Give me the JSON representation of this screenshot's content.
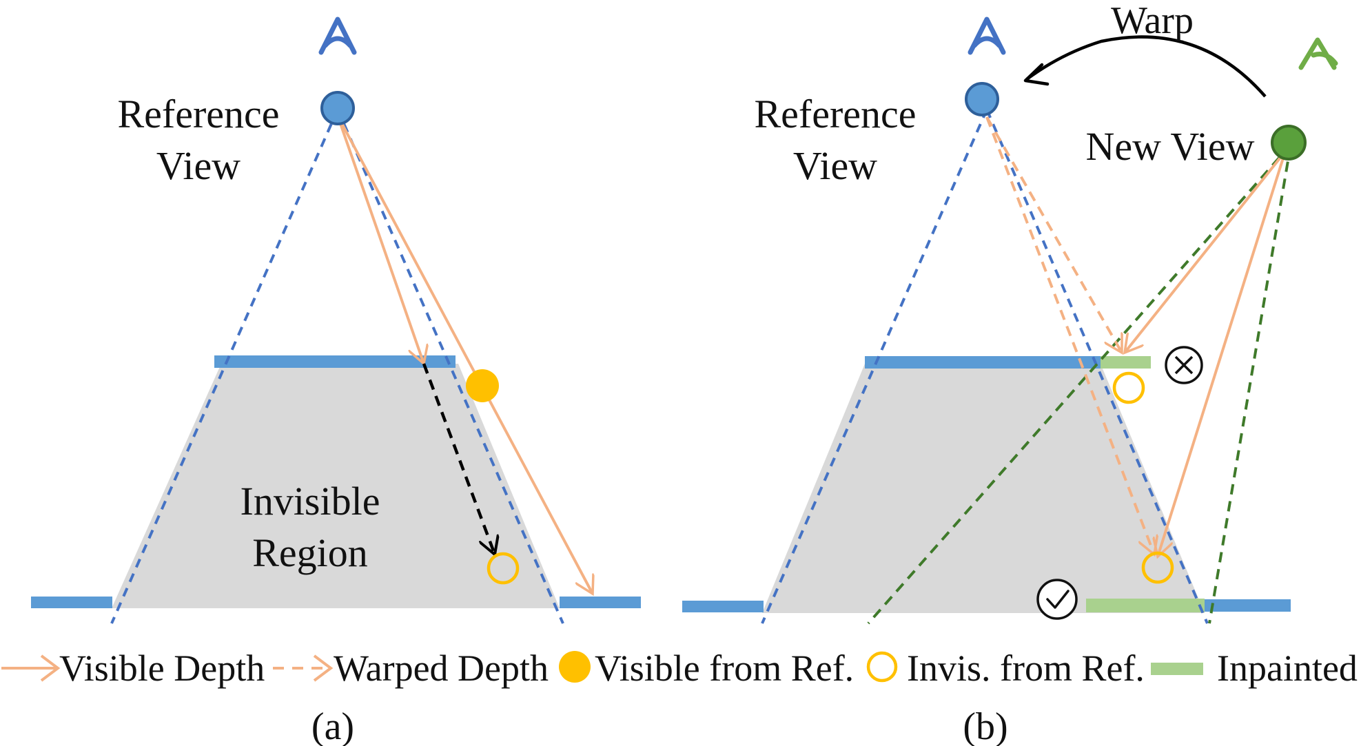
{
  "colors": {
    "camera_ref": "#5b9bd5",
    "camera_new": "#5aa03c",
    "frustum_ref": "#4472c4",
    "frustum_new": "#3f7a2a",
    "surface": "#5b9bd5",
    "invisible_region": "#d9d9d9",
    "depth_ray": "#f4b183",
    "warp_ray": "#000000",
    "visible_point": "#ffc000",
    "inpainted": "#a9d18e"
  },
  "panel_a": {
    "camera_label_line1": "Reference",
    "camera_label_line2": "View",
    "region_label_line1": "Invisible",
    "region_label_line2": "Region",
    "caption": "(a)"
  },
  "panel_b": {
    "ref_label_line1": "Reference",
    "ref_label_line2": "View",
    "new_label": "New View",
    "warp_label": "Warp",
    "caption": "(b)"
  },
  "legend": [
    {
      "key": "visible_depth",
      "label": "Visible Depth",
      "icon": "solid-arrow-icon"
    },
    {
      "key": "warped_depth",
      "label": "Warped Depth",
      "icon": "dashed-arrow-icon"
    },
    {
      "key": "visible_from_ref",
      "label": "Visible from Ref.",
      "icon": "filled-circle-icon"
    },
    {
      "key": "invis_from_ref",
      "label": "Invis. from Ref.",
      "icon": "hollow-circle-icon"
    },
    {
      "key": "inpainted",
      "label": "Inpainted",
      "icon": "green-bar-icon"
    }
  ]
}
